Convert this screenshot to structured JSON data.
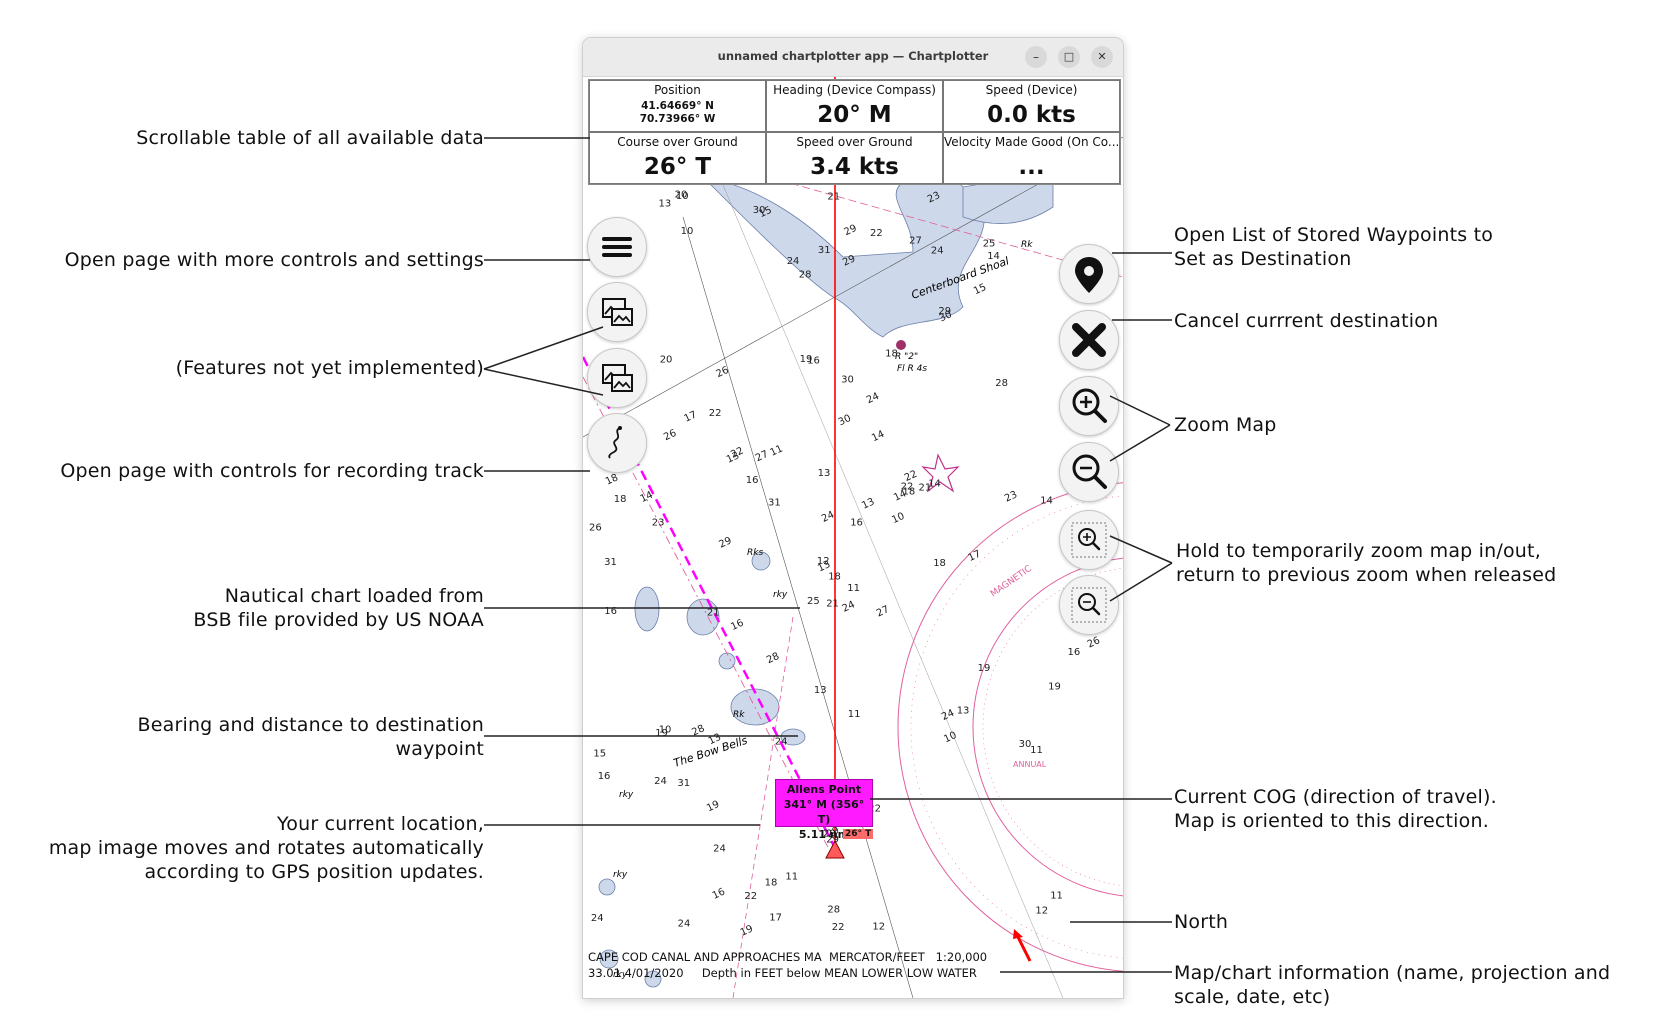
{
  "window": {
    "title": "unnamed chartplotter app — Chartplotter",
    "minimize_glyph": "–",
    "maximize_glyph": "□",
    "close_glyph": "✕"
  },
  "table": {
    "position": {
      "label": "Position",
      "lat": "41.64669° N",
      "lon": "70.73966° W"
    },
    "heading": {
      "label": "Heading (Device Compass)",
      "value": "20° M"
    },
    "speed_device": {
      "label": "Speed (Device)",
      "value": "0.0 kts"
    },
    "cog": {
      "label": "Course over Ground",
      "value": "26° T"
    },
    "sog": {
      "label": "Speed over Ground",
      "value": "3.4 kts"
    },
    "vmg": {
      "label": "Velocity Made Good (On Co...",
      "value": "..."
    }
  },
  "icons": {
    "menu": "menu-icon",
    "feature1": "chart-image-icon",
    "feature2": "chart-image-icon",
    "track": "track-icon",
    "waypoints": "location-pin-icon",
    "cancel": "close-icon",
    "zoom_in": "zoom-in-icon",
    "zoom_out": "zoom-out-icon",
    "temp_zoom_in": "temp-zoom-in-icon",
    "temp_zoom_out": "temp-zoom-out-icon"
  },
  "destination": {
    "name": "Allens Point",
    "bearing": "341° M (356° T)",
    "distance": "5.11 nm",
    "cog_tag": "26° T"
  },
  "chart_info": {
    "line1": "CAPE COD CANAL AND APPROACHES MA  MERCATOR/FEET   1:20,000",
    "line2": "33.01 4/01/2020     Depth in FEET below MEAN LOWER LOW WATER"
  },
  "chart_labels": {
    "shoal": "Centerboard Shoal",
    "bells": "The Bow Bells",
    "buoy": "R \"2\"",
    "light": "Fl R 4s",
    "magnetic": "MAGNETIC",
    "annual": "ANNUAL",
    "rks": "Rks",
    "rky": "rky",
    "rk": "Rk"
  },
  "soundings": [
    "19",
    "20",
    "21",
    "22",
    "23",
    "24",
    "25",
    "26",
    "27",
    "28",
    "29",
    "30",
    "31",
    "17",
    "18",
    "16",
    "15",
    "14",
    "12",
    "13",
    "11",
    "10"
  ],
  "colors": {
    "route": "#ff00ff",
    "cog_line": "#ff0000",
    "compass": "#e0609e",
    "land": "#cdd8ea",
    "dest_label": "#ff1aff"
  },
  "annotations": {
    "a1": "Scrollable table of all available data",
    "a2": "Open page with more controls and settings",
    "a3": "(Features not yet implemented)",
    "a4": "Open page with controls for recording track",
    "a5_1": "Nautical chart loaded from",
    "a5_2": "BSB file provided by US NOAA",
    "a6_1": "Bearing and distance to destination",
    "a6_2": "waypoint",
    "a7_1": "Your current location,",
    "a7_2": "map image moves and rotates automatically",
    "a7_3": "according to GPS position updates.",
    "b1_1": "Open List of Stored Waypoints to",
    "b1_2": "Set as Destination",
    "b2": "Cancel currrent destination",
    "b3": "Zoom Map",
    "b4_1": "Hold to temporarily zoom map in/out,",
    "b4_2": "return to previous zoom when released",
    "b5_1": "Current COG (direction of travel).",
    "b5_2": "Map is oriented to this direction.",
    "b6": "North",
    "b7_1": "Map/chart information (name, projection and",
    "b7_2": "scale, date, etc)"
  }
}
